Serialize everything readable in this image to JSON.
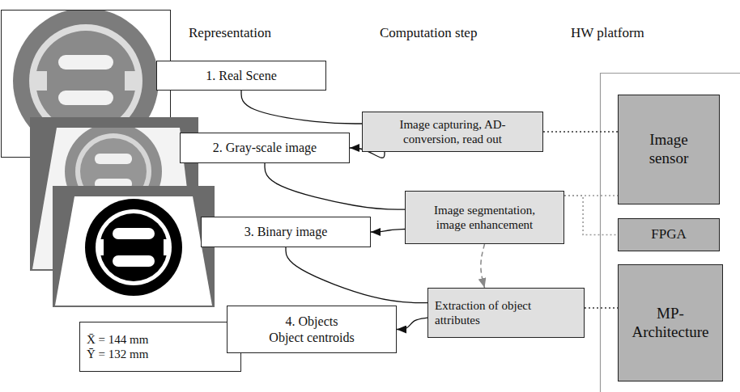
{
  "diagram": {
    "nodes": [
      {
        "text": [
          "1. Real Scene"
        ]
      },
      {
        "text": [
          "2. Gray-scale image"
        ]
      },
      {
        "text": [
          "3. Binary image"
        ]
      },
      {
        "text": [
          "4. Objects",
          "Object centroids"
        ]
      },
      {
        "text": [
          "X̄ = 144 mm",
          "Ȳ = 132 mm"
        ]
      },
      {
        "text": [
          "Image capturing, AD-conversion, read out"
        ]
      },
      {
        "text": [
          "Image segmentation, image enhancement"
        ]
      },
      {
        "text": [
          "Extraction of object attributes"
        ]
      },
      {
        "text": [
          "Image sensor"
        ]
      },
      {
        "text": [
          "FPGA"
        ]
      },
      {
        "text": [
          "MP-Architecture"
        ]
      }
    ],
    "edges": [
      {
        "from": 0,
        "to": 5,
        "arrow": "none"
      },
      {
        "from": 5,
        "to": 1,
        "arrow": "to"
      },
      {
        "from": 1,
        "to": 6,
        "arrow": "none"
      },
      {
        "from": 6,
        "to": 2,
        "arrow": "to"
      },
      {
        "from": 2,
        "to": 7,
        "arrow": "none"
      },
      {
        "from": 7,
        "to": 3,
        "arrow": "to"
      },
      {
        "from": 6,
        "to": 7,
        "arrow": "to"
      },
      {
        "from": 5,
        "to": 8,
        "arrow": "none"
      },
      {
        "from": 6,
        "to": 8,
        "arrow": "none"
      },
      {
        "from": 6,
        "to": 9,
        "arrow": "none"
      },
      {
        "from": 7,
        "to": 10,
        "arrow": "none"
      }
    ],
    "labels": [
      "Representation",
      "Computation step",
      "HW platform"
    ]
  }
}
